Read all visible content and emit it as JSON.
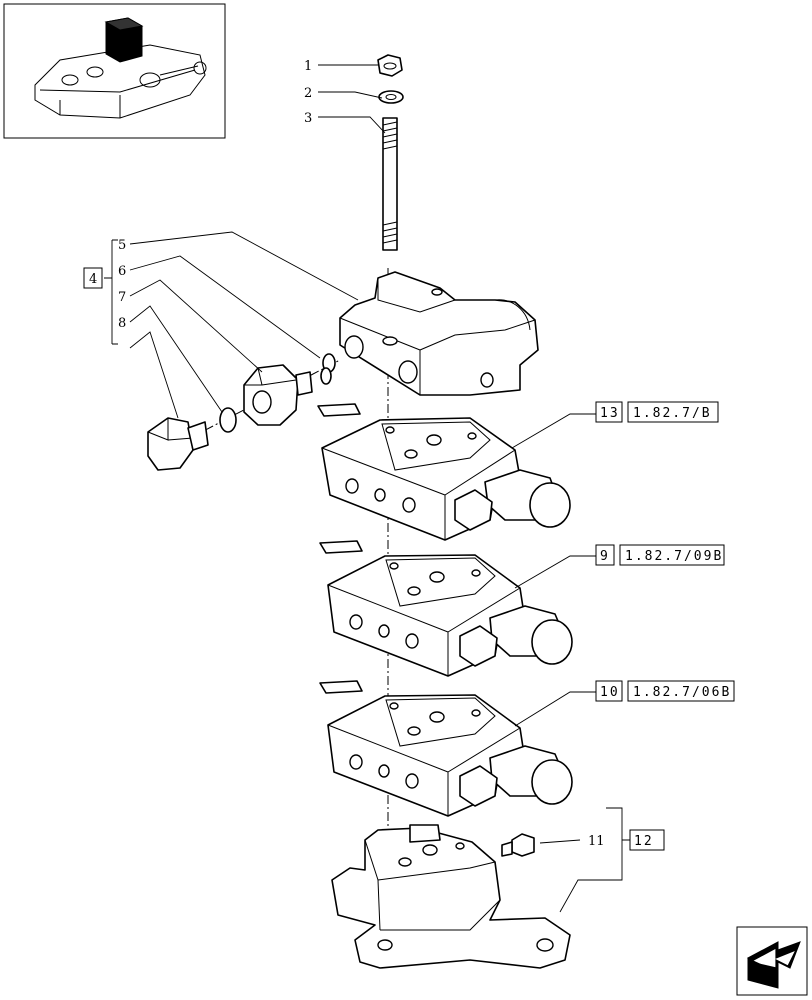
{
  "callouts": {
    "c1": "1",
    "c2": "2",
    "c3": "3",
    "c4": "4",
    "c5": "5",
    "c6": "6",
    "c7": "7",
    "c8": "8",
    "c11": "11"
  },
  "references": {
    "r13": {
      "item": "13",
      "ref": "1.82.7/B"
    },
    "r9": {
      "item": "9",
      "ref": "1.82.7/09B"
    },
    "r10": {
      "item": "10",
      "ref": "1.82.7/06B"
    },
    "r12": {
      "item": "12"
    }
  },
  "icons": {
    "thumbnail": "tractor-rear-hydraulics-thumbnail",
    "navigation": "next-page-arrow-icon"
  }
}
